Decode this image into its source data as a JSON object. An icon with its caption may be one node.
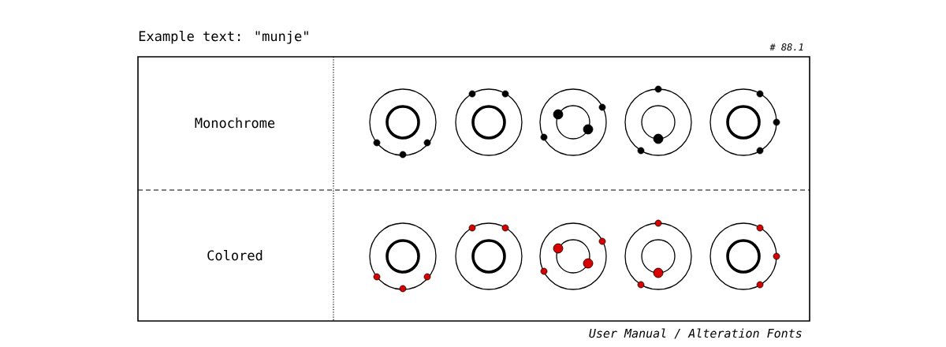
{
  "diagram": {
    "title": "Example text: \"munje\"",
    "caption": "User Manual / Alteration Fonts",
    "labels": [
      "# 88.1",
      "Monochrome",
      "Colored"
    ]
  }
}
